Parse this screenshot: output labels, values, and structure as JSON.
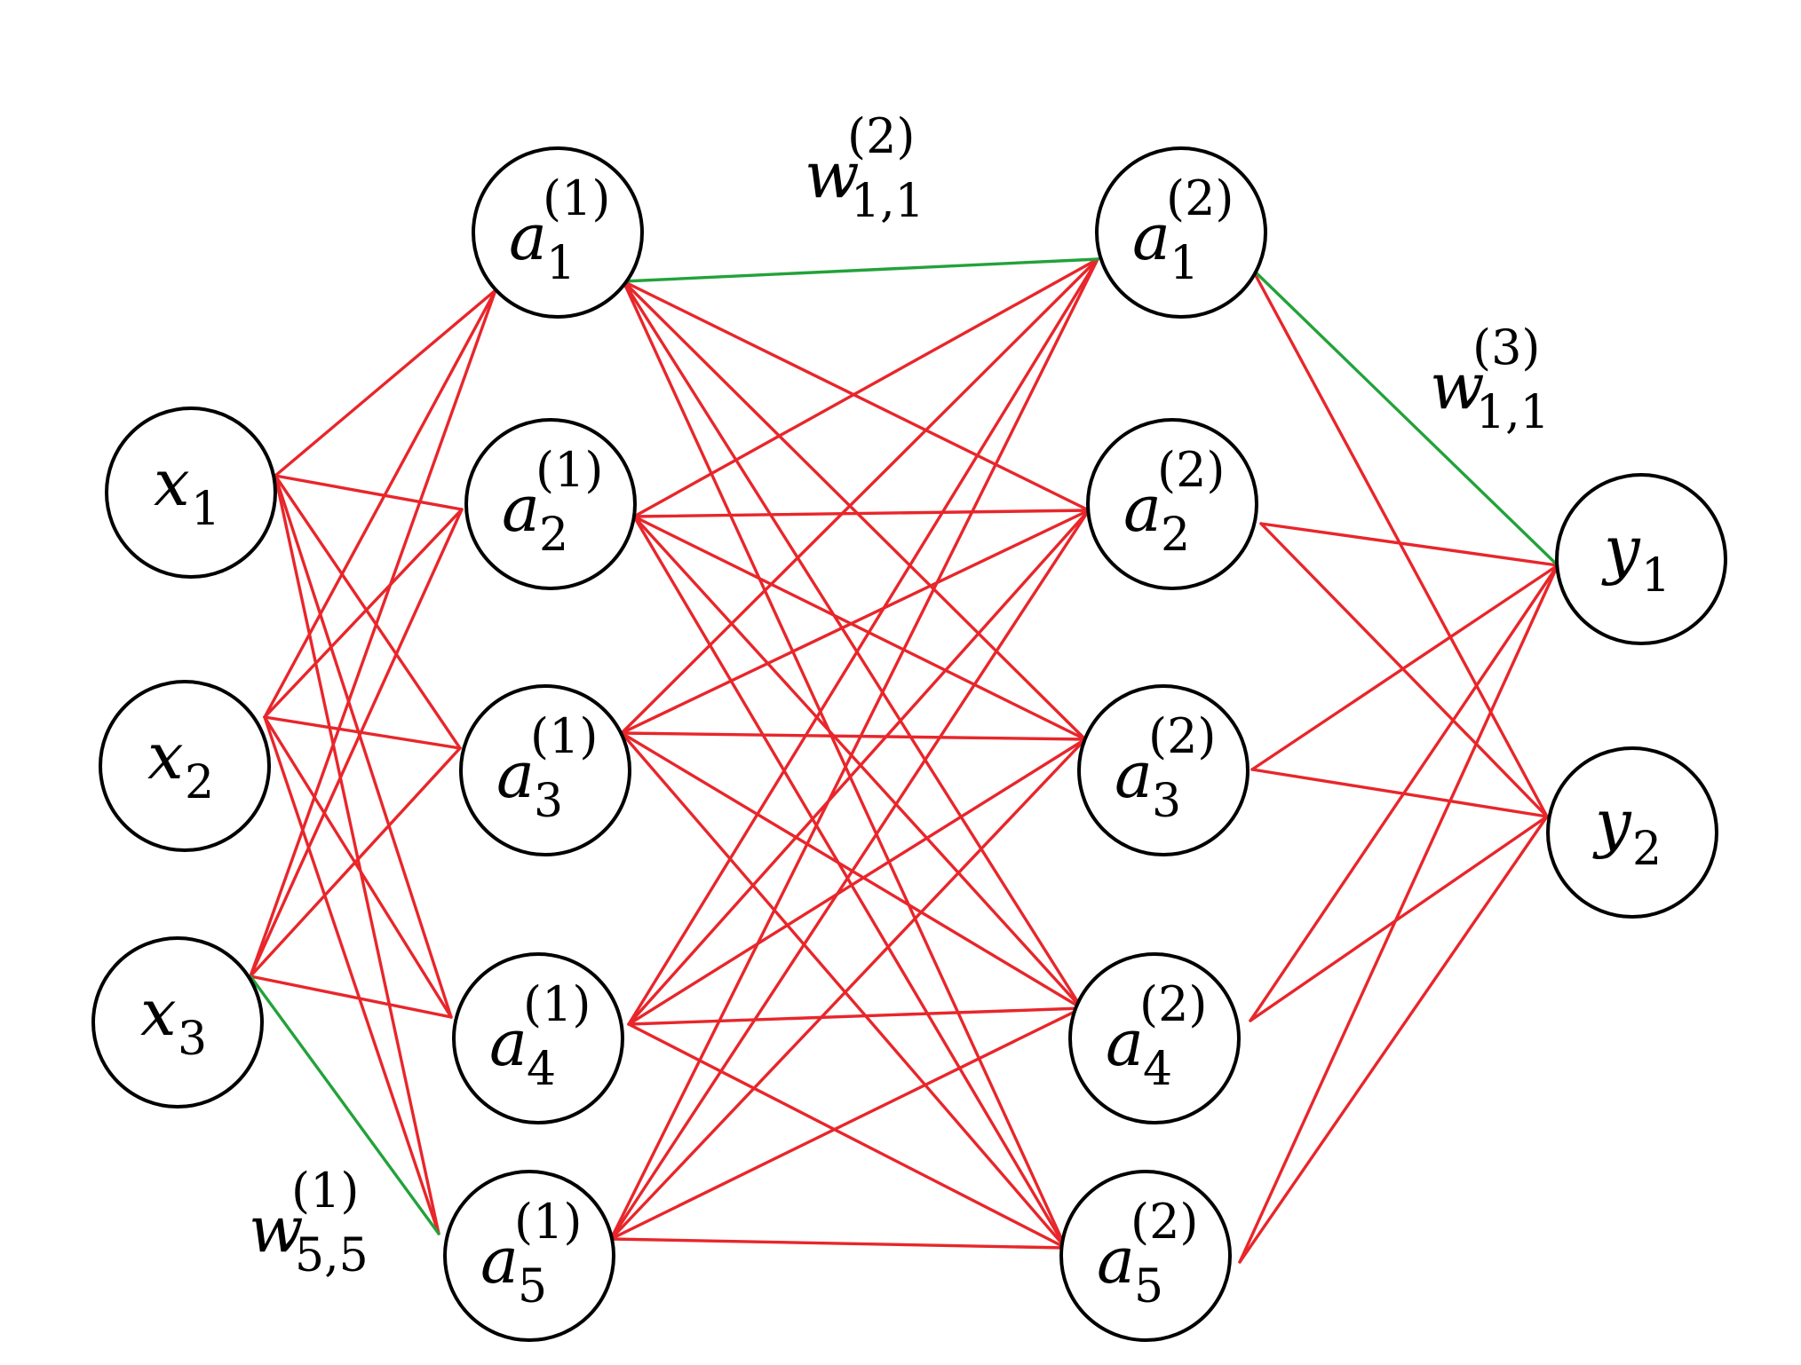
{
  "colors": {
    "edge": "#e8262b",
    "highlight_edge": "#22a23a",
    "node_stroke": "#000000",
    "background": "#ffffff"
  },
  "layers": [
    {
      "id": "input",
      "nodes": [
        {
          "id": "x1",
          "base": "x",
          "sub": "1",
          "sup": ""
        },
        {
          "id": "x2",
          "base": "x",
          "sub": "2",
          "sup": ""
        },
        {
          "id": "x3",
          "base": "x",
          "sub": "3",
          "sup": ""
        }
      ]
    },
    {
      "id": "hidden-1",
      "nodes": [
        {
          "id": "a1_1",
          "base": "a",
          "sub": "1",
          "sup": "(1)"
        },
        {
          "id": "a2_1",
          "base": "a",
          "sub": "2",
          "sup": "(1)"
        },
        {
          "id": "a3_1",
          "base": "a",
          "sub": "3",
          "sup": "(1)"
        },
        {
          "id": "a4_1",
          "base": "a",
          "sub": "4",
          "sup": "(1)"
        },
        {
          "id": "a5_1",
          "base": "a",
          "sub": "5",
          "sup": "(1)"
        }
      ]
    },
    {
      "id": "hidden-2",
      "nodes": [
        {
          "id": "a1_2",
          "base": "a",
          "sub": "1",
          "sup": "(2)"
        },
        {
          "id": "a2_2",
          "base": "a",
          "sub": "2",
          "sup": "(2)"
        },
        {
          "id": "a3_2",
          "base": "a",
          "sub": "3",
          "sup": "(2)"
        },
        {
          "id": "a4_2",
          "base": "a",
          "sub": "4",
          "sup": "(2)"
        },
        {
          "id": "a5_2",
          "base": "a",
          "sub": "5",
          "sup": "(2)"
        }
      ]
    },
    {
      "id": "output",
      "nodes": [
        {
          "id": "y1",
          "base": "y",
          "sub": "1",
          "sup": ""
        },
        {
          "id": "y2",
          "base": "y",
          "sub": "2",
          "sup": ""
        }
      ]
    }
  ],
  "connections": "fully-connected between adjacent layers",
  "highlighted_edges": [
    {
      "from": "x3",
      "to": "a5_1"
    },
    {
      "from": "a1_1",
      "to": "a1_2"
    },
    {
      "from": "a1_2",
      "to": "y1"
    }
  ],
  "weight_labels": [
    {
      "id": "w-1-55",
      "base": "w",
      "sub": "5,5",
      "sup": "(1)"
    },
    {
      "id": "w-2-11",
      "base": "w",
      "sub": "1,1",
      "sup": "(2)"
    },
    {
      "id": "w-3-11",
      "base": "w",
      "sub": "1,1",
      "sup": "(3)"
    }
  ]
}
